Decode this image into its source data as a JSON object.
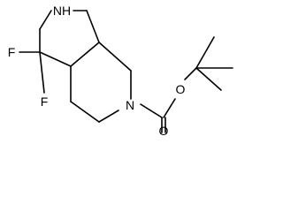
{
  "diagram": {
    "type": "skeletal-structure",
    "colors": {
      "background": "#ffffff",
      "ink": "#000000"
    },
    "atoms": {
      "nh": "NH",
      "f_top": "F",
      "f_bottom": "F",
      "n_carbamate": "N",
      "o_ester": "O",
      "o_carbonyl": "O"
    }
  }
}
